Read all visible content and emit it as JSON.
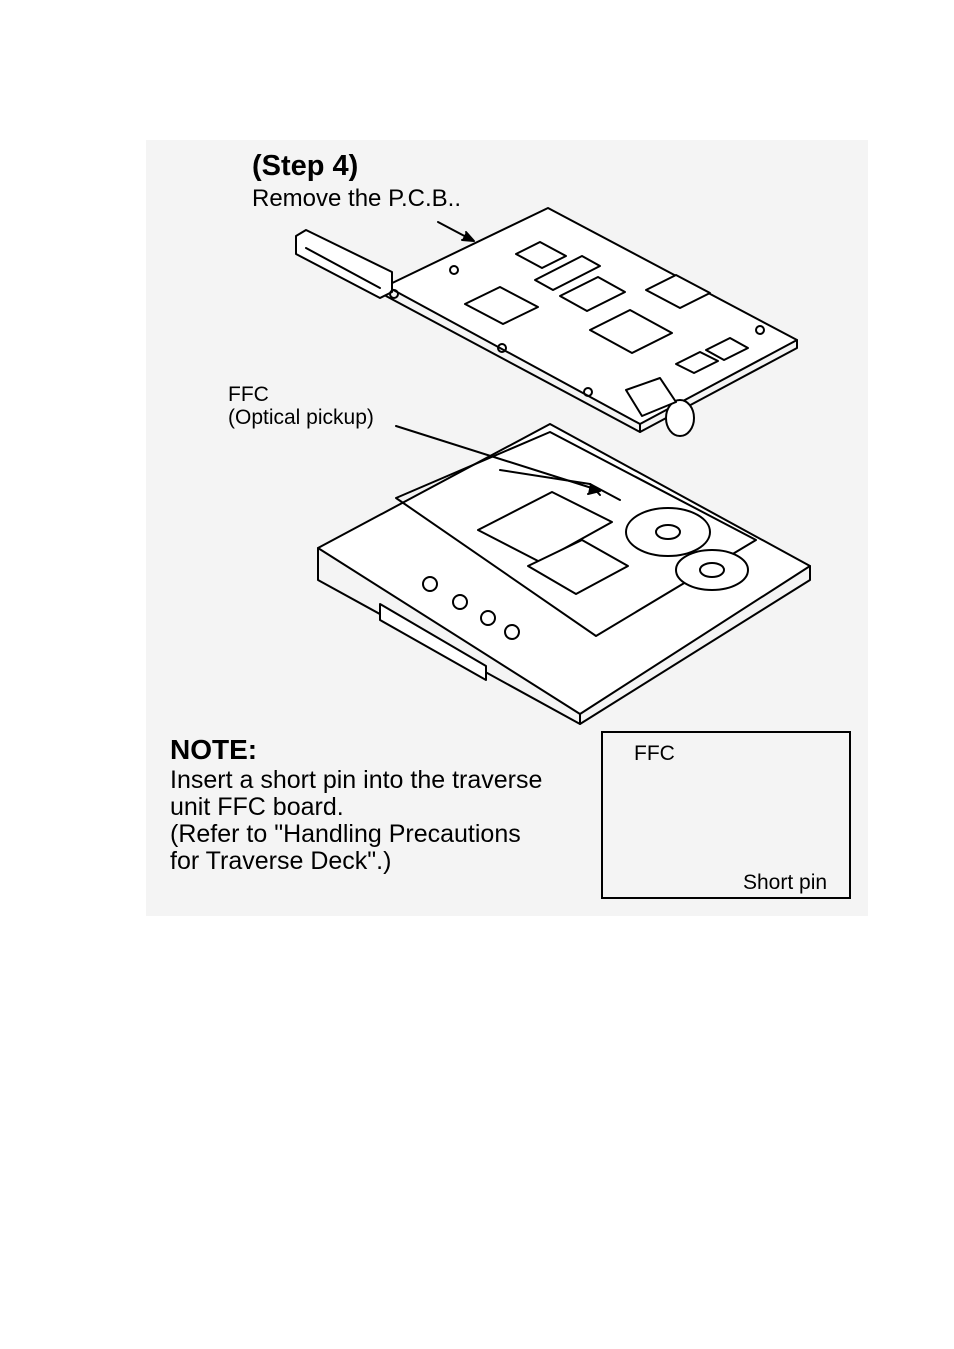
{
  "step": {
    "title": "(Step 4)",
    "instruction": "Remove the P.C.B.."
  },
  "labels": {
    "ffc": "FFC",
    "ffc_sub": "(Optical pickup)"
  },
  "note": {
    "title": "NOTE:",
    "lines": [
      "Insert a short pin into the traverse",
      "unit FFC board.",
      "(Refer to \"Handling Precautions",
      "for Traverse Deck\".)"
    ]
  },
  "inset": {
    "ffc_label": "FFC",
    "short_pin_label": "Short pin"
  }
}
